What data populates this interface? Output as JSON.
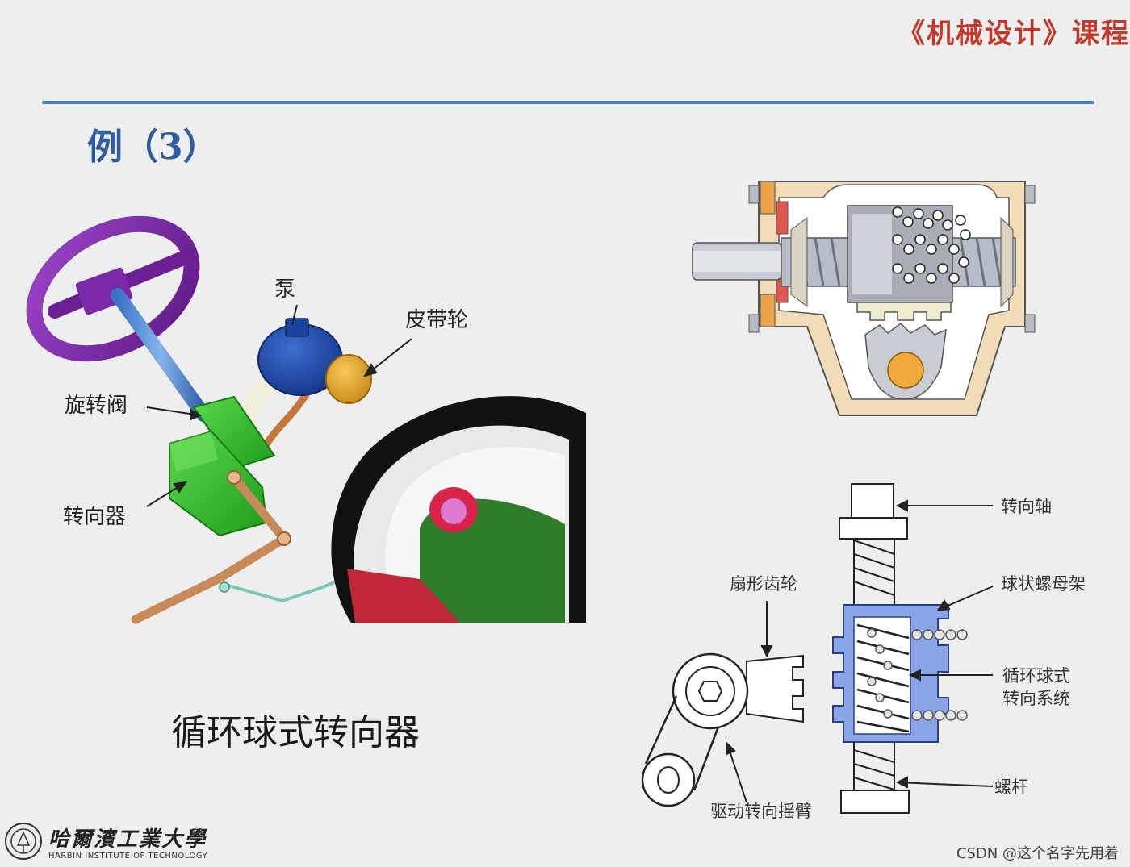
{
  "header": {
    "course_title": "《机械设计》课程",
    "example_title": "例（3）"
  },
  "left_figure": {
    "labels": {
      "pump": "泵",
      "pulley": "皮带轮",
      "rotary_valve": "旋转阀",
      "steering_gear": "转向器"
    },
    "caption": "循环球式转向器"
  },
  "right_schematic": {
    "labels": {
      "steering_shaft": "转向轴",
      "sector_gear": "扇形齿轮",
      "ball_nut_frame": "球状螺母架",
      "system_line1": "循环球式",
      "system_line2": "转向系统",
      "screw": "螺杆",
      "pitman_arm": "驱动转向摇臂"
    }
  },
  "footer": {
    "university_name": "哈爾濱工業大學",
    "university_en": "HARBIN INSTITUTE OF TECHNOLOGY",
    "watermark": "CSDN @这个名字先用着"
  },
  "colors": {
    "accent_red": "#c0392b",
    "rule_blue": "#4d7fc9",
    "title_blue": "#2f5e9e"
  }
}
